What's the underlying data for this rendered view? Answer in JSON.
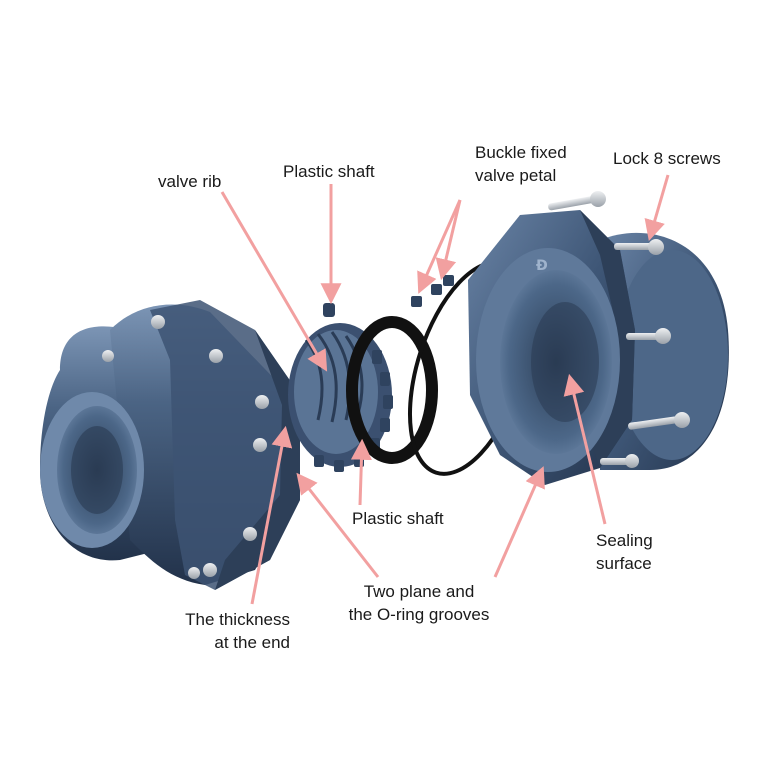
{
  "labels": {
    "valve_rib": "valve rib",
    "plastic_shaft_top": "Plastic shaft",
    "buckle_line1": "Buckle fixed",
    "buckle_line2": "valve petal",
    "lock_screws": "Lock 8 screws",
    "plastic_shaft_bottom": "Plastic shaft",
    "sealing_line1": "Sealing",
    "sealing_line2": "surface",
    "grooves_line1": "Two plane and",
    "grooves_line2": "the O-ring grooves",
    "thickness_line1": "The thickness",
    "thickness_line2": "at the end"
  },
  "colors": {
    "body": "#3f5672",
    "body_light": "#6d86a6",
    "body_dark": "#24344a",
    "ring": "#111111",
    "leader": "#f2a0a0",
    "bolt": "#c9cdd2",
    "label_text": "#1a1a1a"
  },
  "icons": [
    "bolt-icon",
    "arrow-icon"
  ]
}
